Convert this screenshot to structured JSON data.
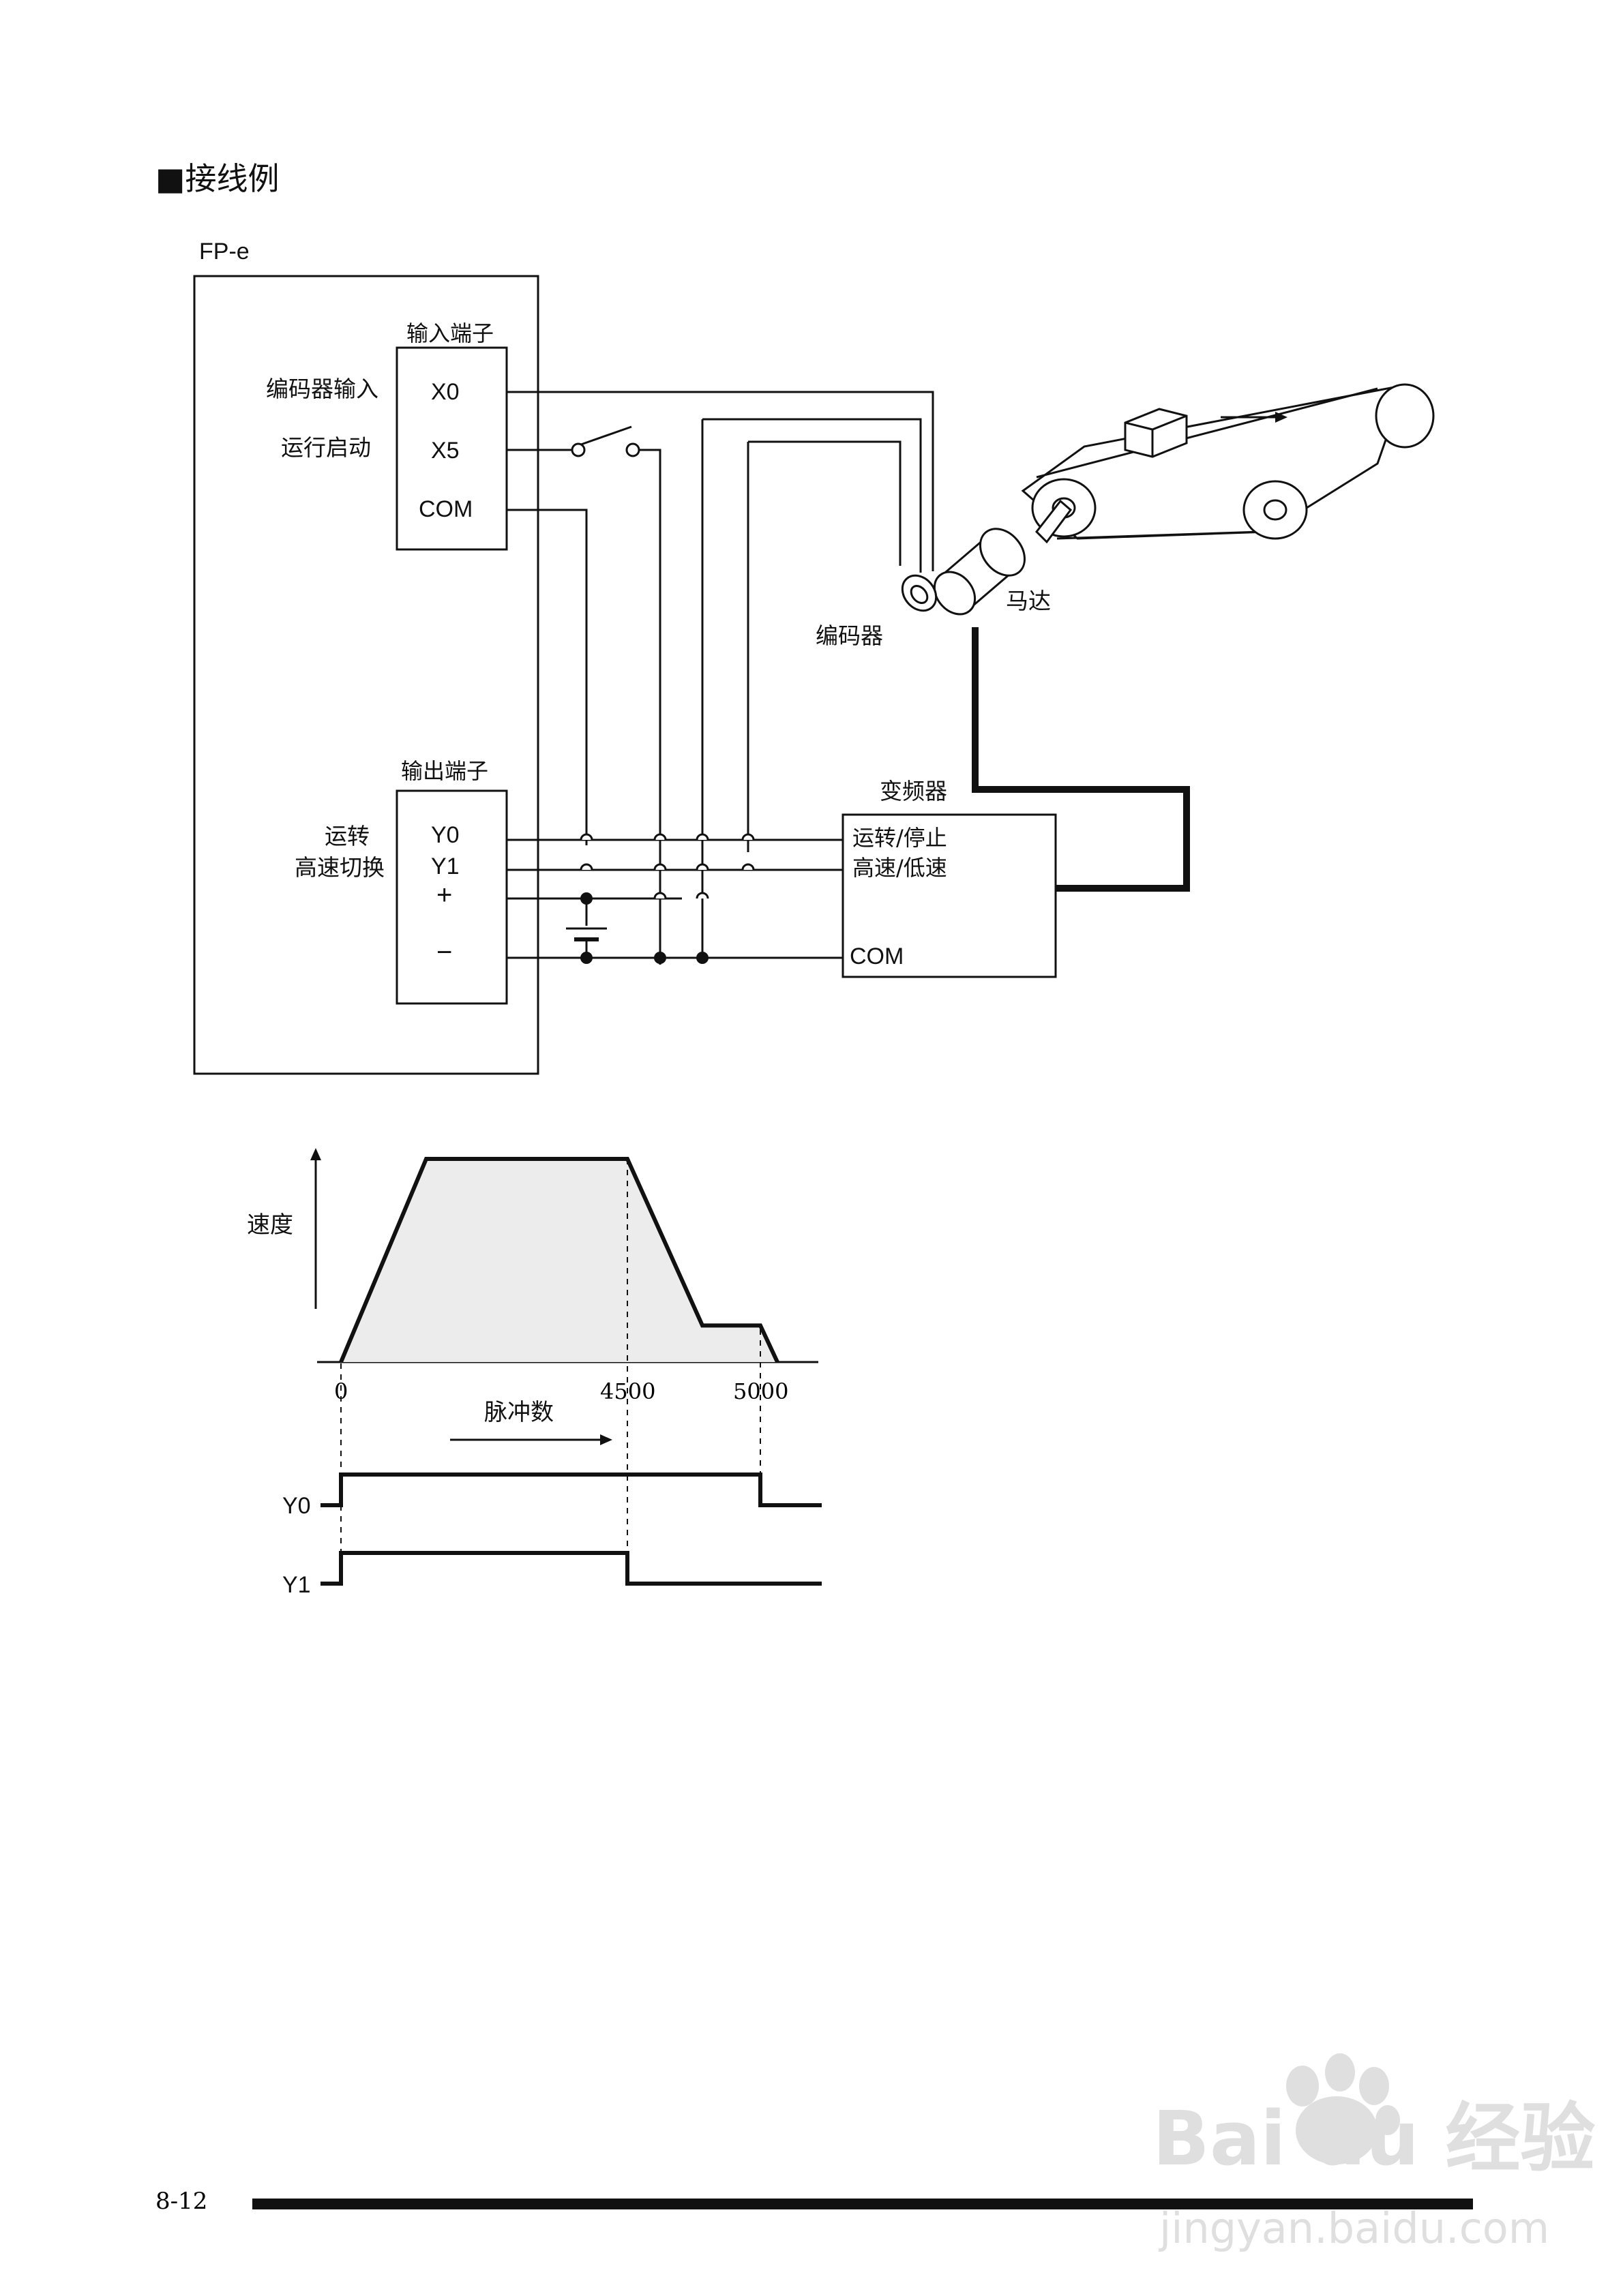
{
  "section_title": "■接线例",
  "plc": {
    "name": "FP-e",
    "input_block": {
      "title": "输入端子",
      "terminals": [
        "X0",
        "X5",
        "COM"
      ],
      "labels": [
        "编码器输入",
        "运行启动"
      ]
    },
    "output_block": {
      "title": "输出端子",
      "terminals": [
        "Y0",
        "Y1",
        "+",
        "−"
      ],
      "labels": [
        "运转",
        "高速切换"
      ]
    }
  },
  "encoder_label": "编码器",
  "motor_label": "马达",
  "inverter": {
    "title": "变频器",
    "terminals": [
      "运转/停止",
      "高速/低速",
      "COM"
    ]
  },
  "chart": {
    "speed_label": "速度",
    "pulse_label": "脉冲数",
    "ticks": [
      "0",
      "4500",
      "5000"
    ],
    "signals": [
      "Y0",
      "Y1"
    ]
  },
  "chart_data": {
    "type": "line",
    "ylabel": "速度",
    "xlabel": "脉冲数",
    "x_ticks": [
      0,
      4500,
      5000
    ],
    "speed_profile_high_fraction": 1.0,
    "speed_profile_low_fraction": 0.16,
    "Y0": {
      "on_from": 0,
      "off_at": 5000
    },
    "Y1": {
      "on_from": 0,
      "off_at": 4500
    }
  },
  "footer": {
    "page_number": "8-12"
  },
  "watermark": {
    "brand": "Bai du 经验",
    "url": "jingyan.baidu.com"
  },
  "colors": {
    "line": "#111111",
    "fill": "#ececec",
    "watermark": "#d0d0d0"
  }
}
